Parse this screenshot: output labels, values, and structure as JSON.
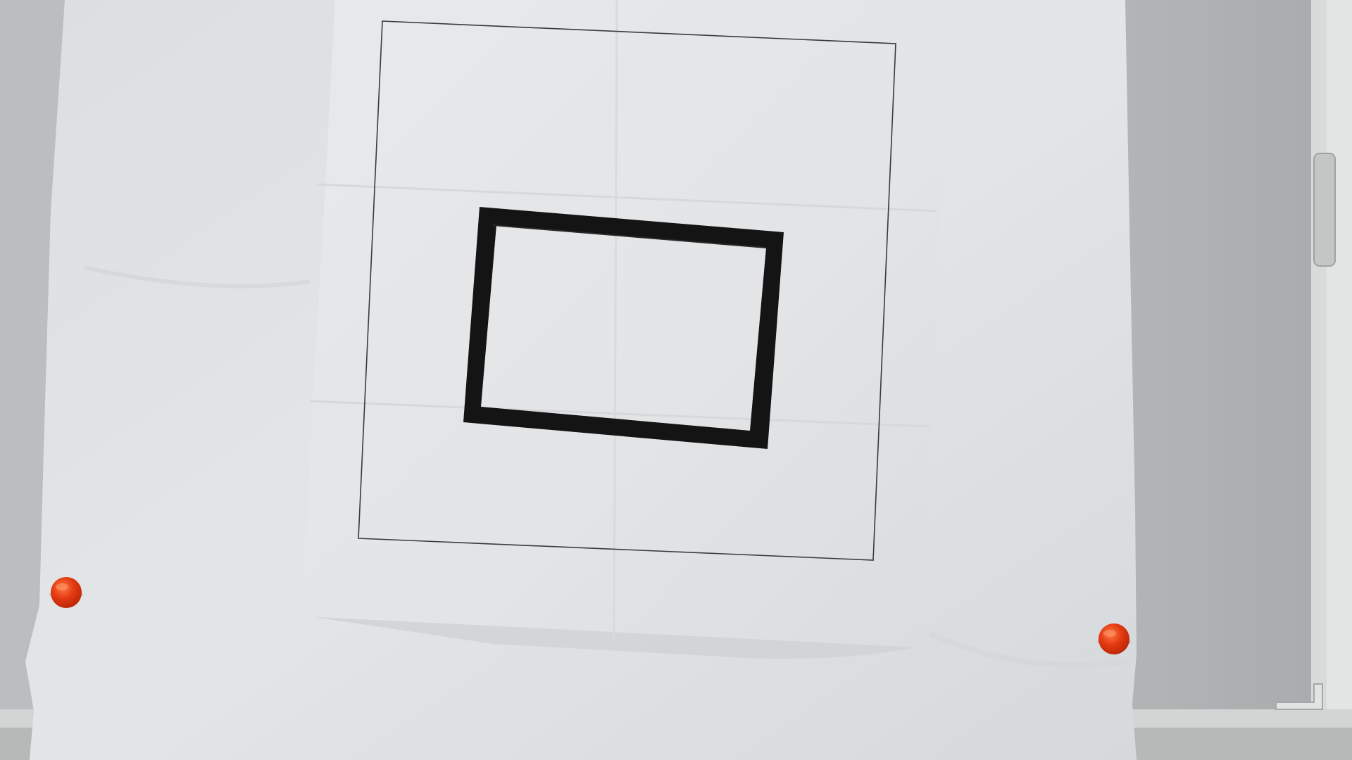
{
  "scene": {
    "description_items": [],
    "colors": {
      "whiteboard": "#c2c5c6",
      "whiteboard_frame": "#d7d9d9",
      "paper_back": "#dfe1e3",
      "paper_front": "#e6e8ea",
      "thin_border": "#3a3a3a",
      "thick_rectangle": "#141414",
      "magnet": "#e0360f",
      "magnet_highlight": "#ff8a5c"
    },
    "objects": {
      "large_sheet": "large-paper-sheet",
      "target_sheet": "target-paper-sheet",
      "outer_frame": "thin-square-outline",
      "inner_shape": "thick-black-rectangle",
      "magnets": [
        "red-magnet-left",
        "red-magnet-right"
      ]
    }
  }
}
